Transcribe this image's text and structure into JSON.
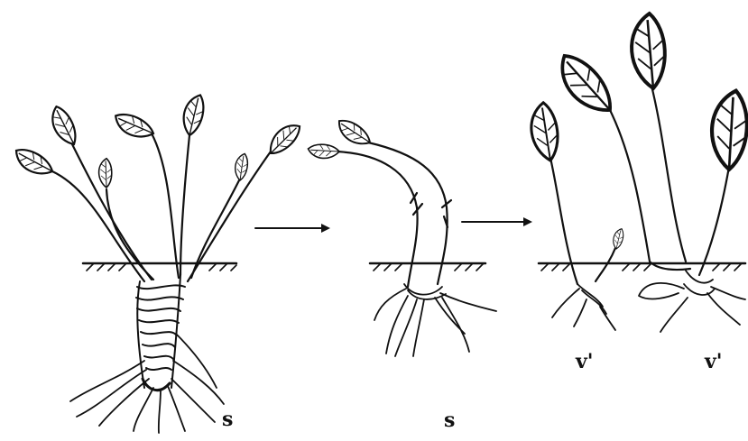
{
  "labels": {
    "stage1": "s",
    "stage2": "s",
    "stage3_left": "v'",
    "stage3_right": "v'"
  },
  "colors": {
    "ink": "#111111",
    "background": "#ffffff"
  }
}
